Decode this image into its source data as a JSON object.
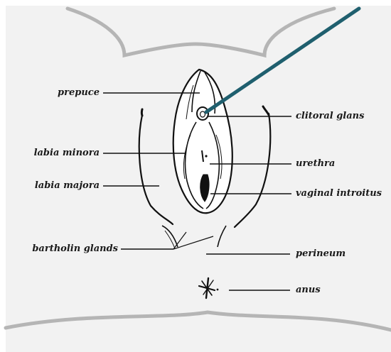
{
  "labels": {
    "prepuce": "prepuce",
    "labia_minora": "labia minora",
    "labia_majora": "labia majora",
    "bartholin_glands": "bartholin glands",
    "clitoral_glans": "clitoral glans",
    "urethra": "urethra",
    "vaginal_introitus": "vaginal introitus",
    "perineum": "perineum",
    "anus": "anus"
  },
  "colors": {
    "background": "#f2f2f2",
    "body_outline": "#b5b5b5",
    "line_art": "#111111",
    "probe": "#1f5f6e"
  }
}
